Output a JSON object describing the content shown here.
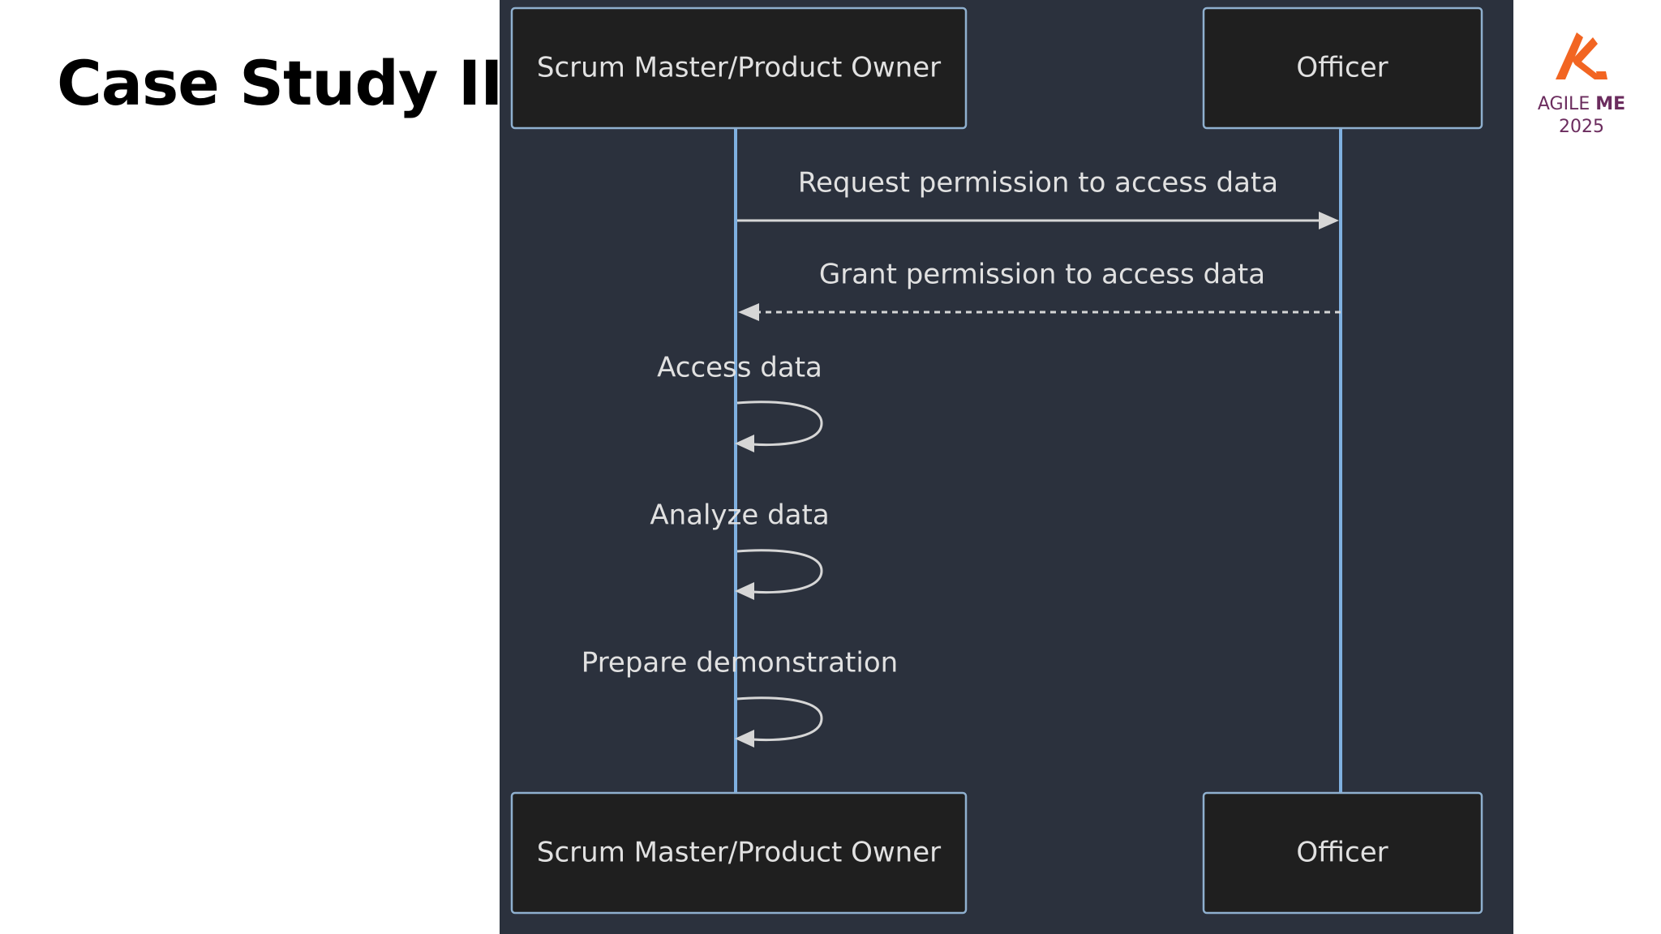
{
  "slide": {
    "title": "Case Study III"
  },
  "diagram": {
    "participants": [
      {
        "id": "spo",
        "label": "Scrum Master/Product Owner"
      },
      {
        "id": "officer",
        "label": "Officer"
      }
    ],
    "messages": [
      {
        "from": "spo",
        "to": "officer",
        "label": "Request permission to access data",
        "style": "solid"
      },
      {
        "from": "officer",
        "to": "spo",
        "label": "Grant permission to access data",
        "style": "dashed"
      },
      {
        "from": "spo",
        "to": "spo",
        "label": "Access data",
        "style": "self"
      },
      {
        "from": "spo",
        "to": "spo",
        "label": "Analyze data",
        "style": "self"
      },
      {
        "from": "spo",
        "to": "spo",
        "label": "Prepare demonstration",
        "style": "self"
      }
    ],
    "colors": {
      "background": "#2b313d",
      "actor_fill": "#1f1f1f",
      "actor_stroke": "#8fb0cf",
      "lifeline": "#7fb0e0",
      "message": "#d6d6d6",
      "text": "#e1e1e1"
    }
  },
  "logo": {
    "icon": "agile-me-logo-icon",
    "brand_light": "AGILE",
    "brand_bold": "ME",
    "year": "2025",
    "colors": {
      "mark": "#f26522",
      "text": "#6b2c5e"
    }
  }
}
